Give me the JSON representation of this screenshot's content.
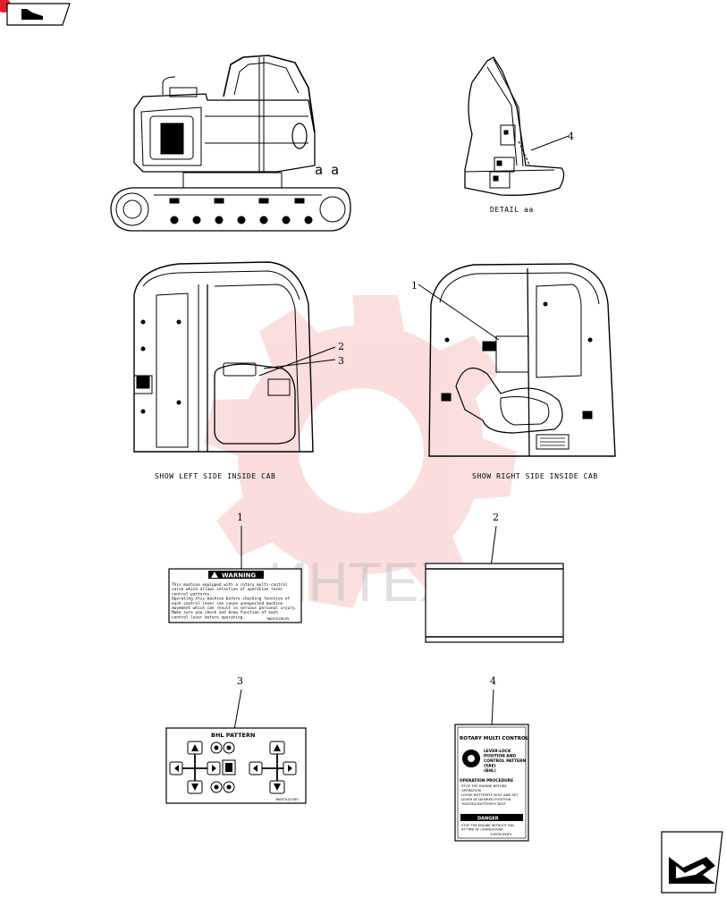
{
  "nav": {
    "back_icon": "arrow-back-icon",
    "next_icon": "arrow-next-icon"
  },
  "watermark": "ИНТЕХ",
  "callouts": {
    "aa": "a a",
    "detail_4": "4",
    "left_2": "2",
    "left_3": "3",
    "right_1": "1",
    "decal_1": "1",
    "decal_2": "2",
    "decal_3": "3",
    "decal_4": "4"
  },
  "captions": {
    "detail": "DETAIL aa",
    "left_cab": "SHOW LEFT SIDE INSIDE CAB",
    "right_cab": "SHOW RIGHT SIDE INSIDE CAB"
  },
  "decal1": {
    "header": "WARNING",
    "lines": [
      "This machine equipped with a rotary multi-control",
      "valve which allows selection of operation lever",
      "control patterns.",
      "Operating this machine before checking function of",
      "each control lever can cause unexpected machine",
      "movement which can result in serious personal injury.",
      "Make sure you check and know function of each",
      "control lever before operating."
    ],
    "part_no": "YN05T01382P1"
  },
  "decal3": {
    "title": "BHL  PATTERN",
    "part_no": "YN05T01370P1"
  },
  "decal4": {
    "title": "ROTARY MULTI CONTROL",
    "lines": [
      "LEVER-LOCK",
      "POSITION AND",
      "CONTROL PATTERN",
      "(SAE)",
      "(BHL)"
    ],
    "sub": "OPERATION PROCEDURE",
    "steps": [
      "STOP THE ENGINE BEFORE",
      "OPERATION",
      "LOOSE BUTTERFLY BOLT AND SET",
      "LEVER AT DESIRED POSITION",
      "TIGHTEN BUTTERFLY BOLT"
    ],
    "danger": "DANGER",
    "danger_lines": [
      "STOP THE ENGINE WITHOUT FAIL",
      "AT TIME OF CHANGEOVER"
    ],
    "part_no": "YY05T01353P1"
  },
  "colors": {
    "line": "#000000",
    "watermark_red": "#e8353a",
    "nav_red": "#e0202a"
  }
}
